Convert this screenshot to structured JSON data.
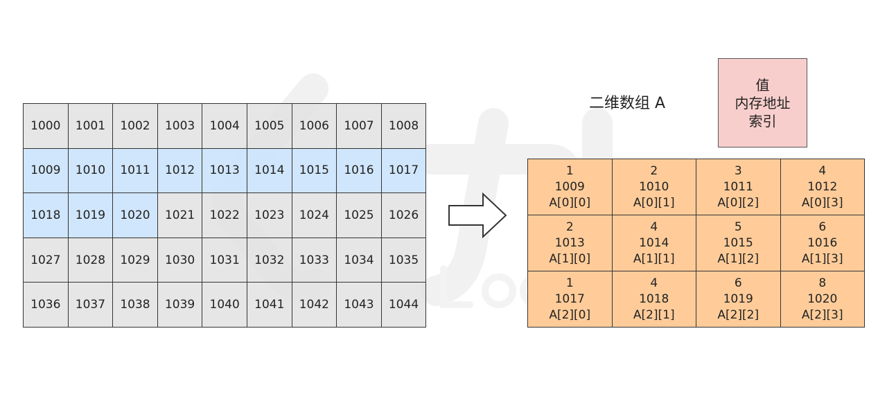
{
  "watermark": {
    "brand": "力扣 LeetCode"
  },
  "memory": {
    "rows": [
      [
        "1000",
        "1001",
        "1002",
        "1003",
        "1004",
        "1005",
        "1006",
        "1007",
        "1008"
      ],
      [
        "1009",
        "1010",
        "1011",
        "1012",
        "1013",
        "1014",
        "1015",
        "1016",
        "1017"
      ],
      [
        "1018",
        "1019",
        "1020",
        "1021",
        "1022",
        "1023",
        "1024",
        "1025",
        "1026"
      ],
      [
        "1027",
        "1028",
        "1029",
        "1030",
        "1031",
        "1032",
        "1033",
        "1034",
        "1035"
      ],
      [
        "1036",
        "1037",
        "1038",
        "1039",
        "1040",
        "1041",
        "1042",
        "1043",
        "1044"
      ]
    ],
    "highlighted": [
      "1009",
      "1010",
      "1011",
      "1012",
      "1013",
      "1014",
      "1015",
      "1016",
      "1017",
      "1018",
      "1019",
      "1020"
    ],
    "highlight_color": "#cce4fc",
    "cell_color": "#e1e1e1"
  },
  "title": "二维数组 A",
  "legend": {
    "value": "值",
    "address": "内存地址",
    "index": "索引",
    "color": "#f8cecc"
  },
  "array": {
    "color": "#ffcc99",
    "rows": [
      [
        {
          "value": "1",
          "address": "1009",
          "index": "A[0][0]"
        },
        {
          "value": "2",
          "address": "1010",
          "index": "A[0][1]"
        },
        {
          "value": "3",
          "address": "1011",
          "index": "A[0][2]"
        },
        {
          "value": "4",
          "address": "1012",
          "index": "A[0][3]"
        }
      ],
      [
        {
          "value": "2",
          "address": "1013",
          "index": "A[1][0]"
        },
        {
          "value": "4",
          "address": "1014",
          "index": "A[1][1]"
        },
        {
          "value": "5",
          "address": "1015",
          "index": "A[1][2]"
        },
        {
          "value": "6",
          "address": "1016",
          "index": "A[1][3]"
        }
      ],
      [
        {
          "value": "1",
          "address": "1017",
          "index": "A[2][0]"
        },
        {
          "value": "4",
          "address": "1018",
          "index": "A[2][1]"
        },
        {
          "value": "6",
          "address": "1019",
          "index": "A[2][2]"
        },
        {
          "value": "8",
          "address": "1020",
          "index": "A[2][3]"
        }
      ]
    ]
  }
}
